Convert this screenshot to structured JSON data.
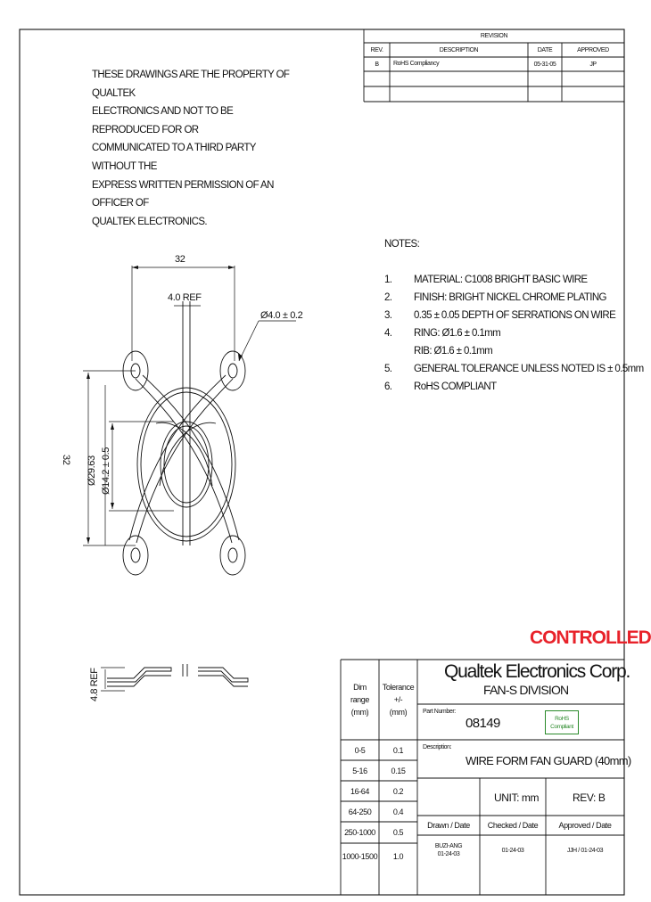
{
  "revision": {
    "title": "REVISION",
    "headers": [
      "REV.",
      "DESCRIPTION",
      "DATE",
      "APPROVED"
    ],
    "rows": [
      {
        "rev": "B",
        "description": "RoHS Compliancy",
        "date": "05-31-05",
        "approved": "JP"
      }
    ]
  },
  "notice": {
    "line1": "THESE DRAWINGS ARE THE PROPERTY OF QUALTEK",
    "line2": "ELECTRONICS AND NOT TO BE REPRODUCED FOR OR",
    "line3": "COMMUNICATED TO A THIRD PARTY WITHOUT THE",
    "line4": "EXPRESS WRITTEN PERMISSION OF AN OFFICER OF",
    "line5": "QUALTEK ELECTRONICS."
  },
  "notes": {
    "title": "NOTES:",
    "items": [
      {
        "num": "1.",
        "text": "MATERIAL: C1008 BRIGHT BASIC WIRE"
      },
      {
        "num": "2.",
        "text": "FINISH: BRIGHT NICKEL CHROME PLATING"
      },
      {
        "num": "3.",
        "text": "0.35 ± 0.05 DEPTH OF SERRATIONS ON WIRE"
      },
      {
        "num": "4.",
        "text": "RING:   Ø1.6 ± 0.1mm"
      },
      {
        "num": "",
        "text": "RIB:     Ø1.6 ± 0.1mm"
      },
      {
        "num": "5.",
        "text": "GENERAL TOLERANCE UNLESS NOTED IS ± 0.5mm"
      },
      {
        "num": "6.",
        "text": "RoHS COMPLIANT"
      }
    ]
  },
  "dimensions": {
    "width_top": "32",
    "ref": "4.0 REF",
    "hole_dia": "Ø4.0 ± 0.2",
    "height_left": "32",
    "dia_outer": "Ø29.63",
    "dia_inner": "Ø14.2 ± 0.5",
    "side_ref": "4.8 REF"
  },
  "stamp": "CONTROLLED",
  "rohs_badge": {
    "line1": "RoHS",
    "line2": "Compliant"
  },
  "tolerance_table": {
    "headers": {
      "dim": [
        "Dim",
        "range",
        "(mm)"
      ],
      "tol": [
        "Tolerance",
        "+/-",
        "(mm)"
      ]
    },
    "rows": [
      {
        "range": "0-5",
        "tol": "0.1"
      },
      {
        "range": "5-16",
        "tol": "0.15"
      },
      {
        "range": "16-64",
        "tol": "0.2"
      },
      {
        "range": "64-250",
        "tol": "0.4"
      },
      {
        "range": "250-1000",
        "tol": "0.5"
      },
      {
        "range": "1000-1500",
        "tol": "1.0"
      }
    ]
  },
  "title_block": {
    "company": "Qualtek Electronics Corp.",
    "division": "FAN-S DIVISION",
    "part_number_label": "Part Number:",
    "part_number": "08149",
    "description_label": "Description:",
    "description": "WIRE FORM FAN GUARD (40mm)",
    "unit": "UNIT:  mm",
    "rev": "REV:  B",
    "drawn_label": "Drawn / Date",
    "checked_label": "Checked / Date",
    "approved_label": "Approved / Date",
    "drawn_by": "BUZI-ANG",
    "drawn_date": "01-24-03",
    "checked": "01-24-03",
    "approved": "JJH / 01-24-03"
  }
}
